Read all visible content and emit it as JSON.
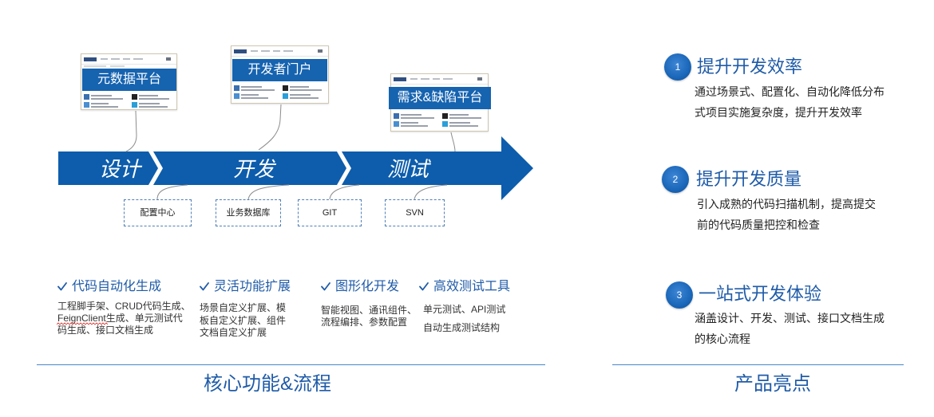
{
  "process": {
    "stages": [
      {
        "label": "设计"
      },
      {
        "label": "开发"
      },
      {
        "label": "测试"
      }
    ]
  },
  "platforms": [
    {
      "label": "元数据平台"
    },
    {
      "label": "开发者门户"
    },
    {
      "label": "需求&缺陷平台"
    }
  ],
  "resources": [
    "配置中心",
    "业务数据库",
    "GIT",
    "SVN"
  ],
  "features": [
    {
      "icon": "check-icon",
      "title": "代码自动化生成",
      "desc_lines": [
        "工程脚手架、CRUD代码生成、",
        "FeignClient生成、单元测试代",
        "码生成、接口文档生成"
      ]
    },
    {
      "icon": "check-icon",
      "title": "灵活功能扩展",
      "desc_lines": [
        "场景自定义扩展、模",
        "板自定义扩展、组件",
        "文档自定义扩展"
      ]
    },
    {
      "icon": "check-icon",
      "title": "图形化开发",
      "desc_lines": [
        "智能视图、通讯组件、",
        "流程编排、参数配置"
      ]
    },
    {
      "icon": "check-icon",
      "title": "高效测试工具",
      "desc_lines": [
        "单元测试、API测试",
        "自动生成测试结构"
      ]
    }
  ],
  "sections": {
    "core_title": "核心功能&流程",
    "highlights_title": "产品亮点"
  },
  "highlights": [
    {
      "number": "1",
      "title": "提升开发效率",
      "desc_lines": [
        "通过场景式、配置化、自动化降低分布",
        "式项目实施复杂度，提升开发效率"
      ]
    },
    {
      "number": "2",
      "title": "提升开发质量",
      "desc_lines": [
        "引入成熟的代码扫描机制，提高提交",
        "前的代码质量把控和检查"
      ]
    },
    {
      "number": "3",
      "title": "一站式开发体验",
      "desc_lines": [
        "涵盖设计、开发、测试、接口文档生成",
        "的核心流程"
      ]
    }
  ],
  "colors": {
    "flow_arrow": "#0d5dac",
    "platform_label": "#1663b0",
    "heading_text": "#1f5ba8",
    "badge": "#1a66b8",
    "resource_border": "#4f7fb8",
    "divider": "#4a86c5"
  }
}
